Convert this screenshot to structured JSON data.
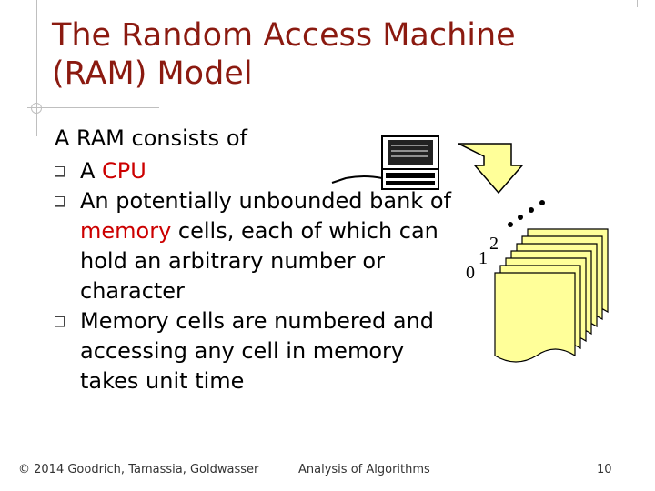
{
  "title": "The Random Access Machine (RAM) Model",
  "intro": "A RAM consists of",
  "bullets": [
    {
      "pre": "A ",
      "hl": "CPU",
      "post": ""
    },
    {
      "pre": "An potentially unbounded bank of ",
      "hl": "memory",
      "post": " cells, each of which can hold an arbitrary number or character"
    },
    {
      "pre": "Memory cells are numbered and accessing any cell in memory takes unit time",
      "hl": "",
      "post": ""
    }
  ],
  "memory_labels": [
    "0",
    "1",
    "2"
  ],
  "footer": {
    "copyright": "© 2014 Goodrich, Tamassia, Goldwasser",
    "course": "Analysis of Algorithms",
    "page": "10"
  },
  "colors": {
    "title": "#8b1a10",
    "highlight": "#cc0000",
    "arrow_fill": "#ffff99"
  },
  "icons": [
    "computer-icon",
    "down-arrow-icon",
    "memory-cells-icon",
    "bullet-box-icon"
  ]
}
